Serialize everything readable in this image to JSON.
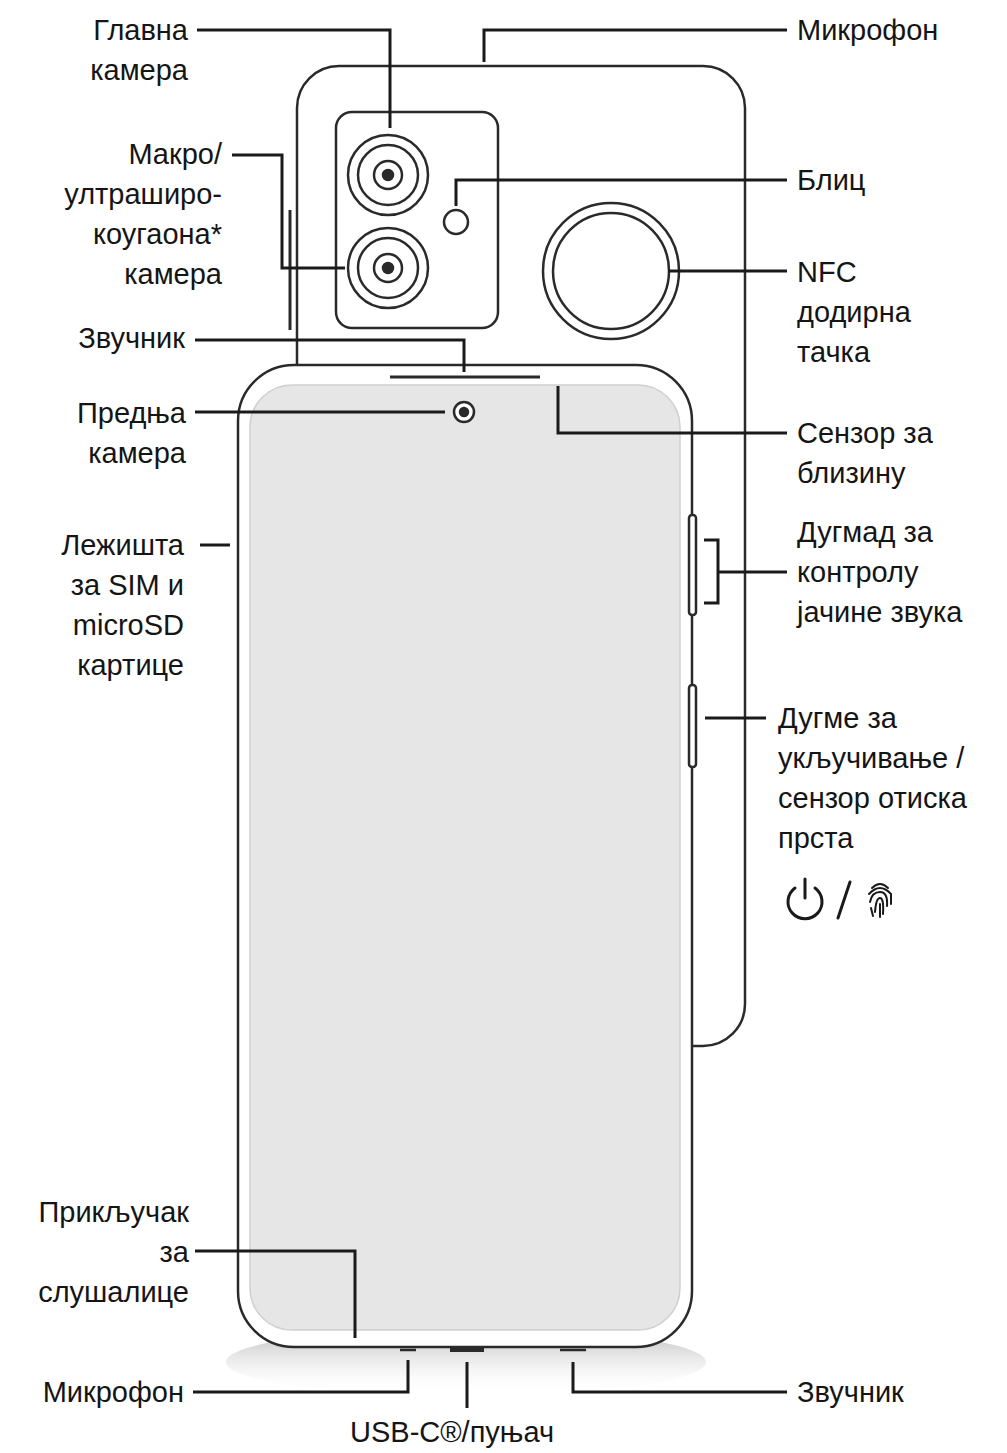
{
  "diagram": {
    "labels": [
      "Главна камера",
      "Микрофон",
      "Макро/ ултраширо- коугаона* камера",
      "Блиц",
      "NFC додирна тачка",
      "Звучник",
      "Предња камера",
      "Сензор за близину",
      "Лежишта за SIM и microSD картице",
      "Дугмад за контролу јачине звука",
      "Дугме за укључивање / сензор отиска прста",
      "Прикључак за слушалице",
      "Микрофон",
      "USB-C®/пуњач",
      "Звучник"
    ]
  }
}
